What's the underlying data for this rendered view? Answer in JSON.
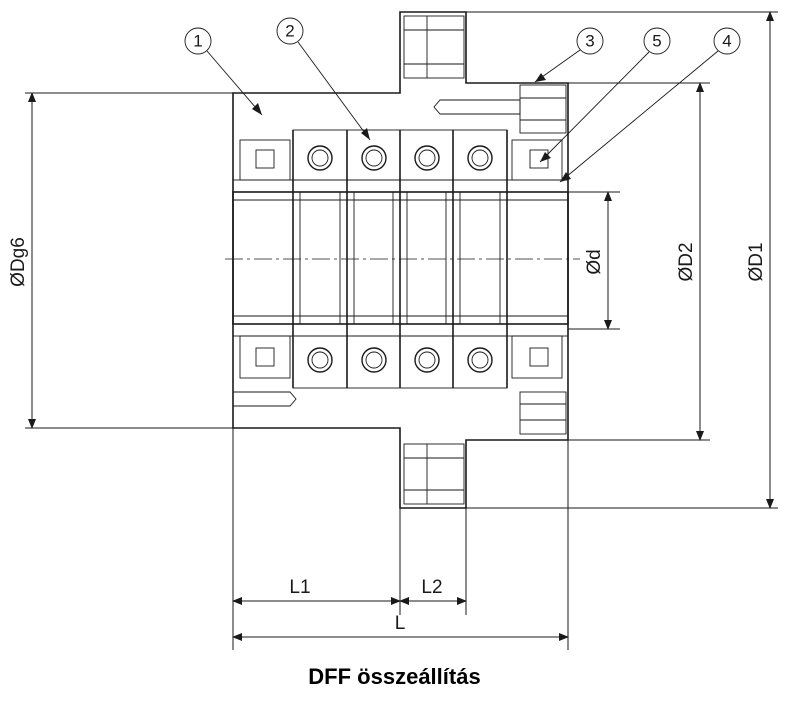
{
  "callouts": [
    "1",
    "2",
    "3",
    "5",
    "4"
  ],
  "dimensions": {
    "dg6": "ØDg6",
    "d": "Ød",
    "d2": "ØD2",
    "d1": "ØD1",
    "l1": "L1",
    "l2": "L2",
    "l": "L"
  },
  "caption": "DFF összeállítás"
}
